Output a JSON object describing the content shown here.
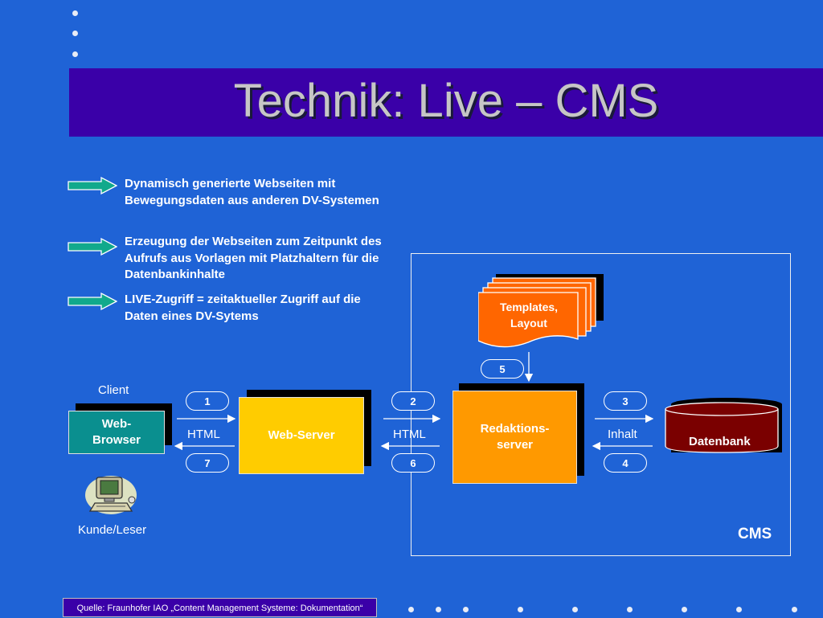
{
  "title": "Technik: Live – CMS",
  "bullets": [
    "Dynamisch generierte Webseiten mit Bewegungsdaten aus anderen DV-Systemen",
    "Erzeugung der Webseiten zum Zeitpunkt des Aufrufs aus Vorlagen mit Platzhaltern für die Datenbankinhalte",
    "LIVE-Zugriff = zeitaktueller Zugriff auf die Daten eines DV-Sytems"
  ],
  "diagram": {
    "client_label": "Client",
    "browser_line1": "Web-",
    "browser_line2": "Browser",
    "customer_label": "Kunde/Leser",
    "webserver": "Web-Server",
    "redaktion_line1": "Redaktions-",
    "redaktion_line2": "server",
    "templates_line1": "Templates,",
    "templates_line2": "Layout",
    "database": "Datenbank",
    "cms_label": "CMS",
    "link_html_1": "HTML",
    "link_html_2": "HTML",
    "link_inhalt": "Inhalt",
    "badges": [
      "1",
      "7",
      "2",
      "6",
      "3",
      "4",
      "5"
    ]
  },
  "source": "Quelle: Fraunhofer IAO „Content Management Systeme: Dokumentation“",
  "colors": {
    "background": "#1f63d6",
    "title_band": "#3a00a8",
    "browser": "#0a8f8f",
    "webserver": "#ffcc00",
    "redaktion": "#ff9900",
    "templates": "#ff6600",
    "database": "#7a0000"
  }
}
